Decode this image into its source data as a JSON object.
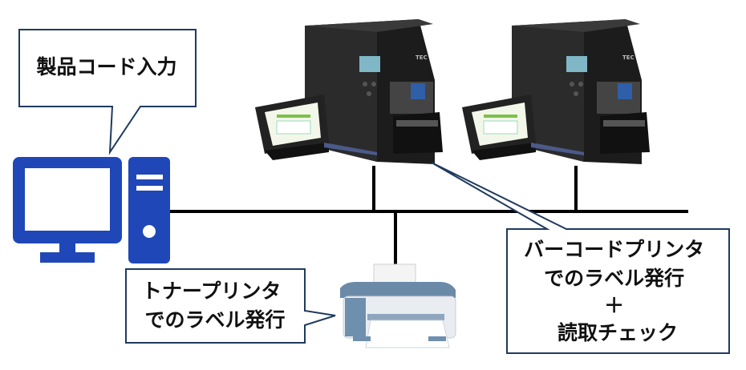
{
  "callouts": {
    "pc_input": {
      "text": "製品コード入力"
    },
    "toner": {
      "lines": [
        "トナープリンタ",
        "でのラベル発行"
      ]
    },
    "barcode": {
      "lines": [
        "バーコードプリンタ",
        "でのラベル発行",
        "＋",
        "読取チェック"
      ]
    }
  },
  "printer_brand": "TEC",
  "icons": {
    "pc": "desktop-computer-icon",
    "toner_printer": "inkjet-printer-icon",
    "barcode_printer": "industrial-label-printer-icon",
    "scan_monitor": "check-monitor-icon"
  },
  "colors": {
    "pc_blue": "#1f47b8",
    "network_line": "#000000",
    "callout_border": "#1f3a5f",
    "printer_body": "#1c1c1c"
  }
}
